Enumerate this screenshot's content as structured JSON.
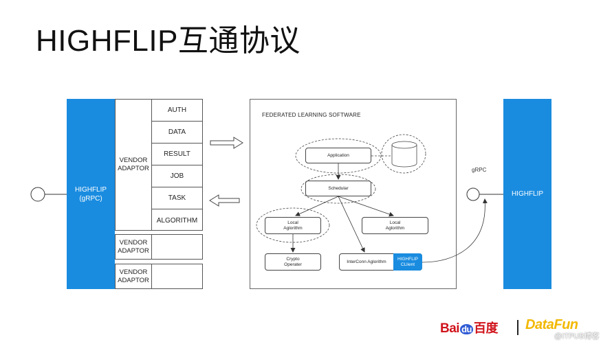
{
  "title": "HIGHFLIP互通协议",
  "left": {
    "highflip": "HIGHFLIP",
    "highflip_sub": "(gRPC)",
    "vendor_main": "VENDOR ADAPTOR",
    "items": [
      "AUTH",
      "DATA",
      "RESULT",
      "JOB",
      "TASK",
      "ALGORITHM"
    ],
    "vendor_extra": [
      "VENDOR ADAPTOR",
      "VENDOR ADAPTOR"
    ]
  },
  "center": {
    "title": "FEDERATED LEARNING SOFTWARE",
    "application": "Application",
    "database": "Database",
    "schedular": "Schedular",
    "local_left": "Local Aglorithm",
    "local_right": "Local Aglorithm",
    "crypto": "Crypto Operater",
    "interconn": "InterConn Aglorithm",
    "client": "HIGHFLIP CLlient"
  },
  "right": {
    "grpc": "gRPC",
    "highflip": "HIGHFLIP"
  },
  "footer": {
    "baidu": "Bai",
    "baidu_du": "du",
    "baidu_cn": "百度",
    "datafun": "DataFun",
    "watermark": "@ITPUB博客"
  },
  "colors": {
    "accent": "#1a8ce0",
    "baidu_red": "#d0141b",
    "datafun_yellow": "#f2b800"
  }
}
